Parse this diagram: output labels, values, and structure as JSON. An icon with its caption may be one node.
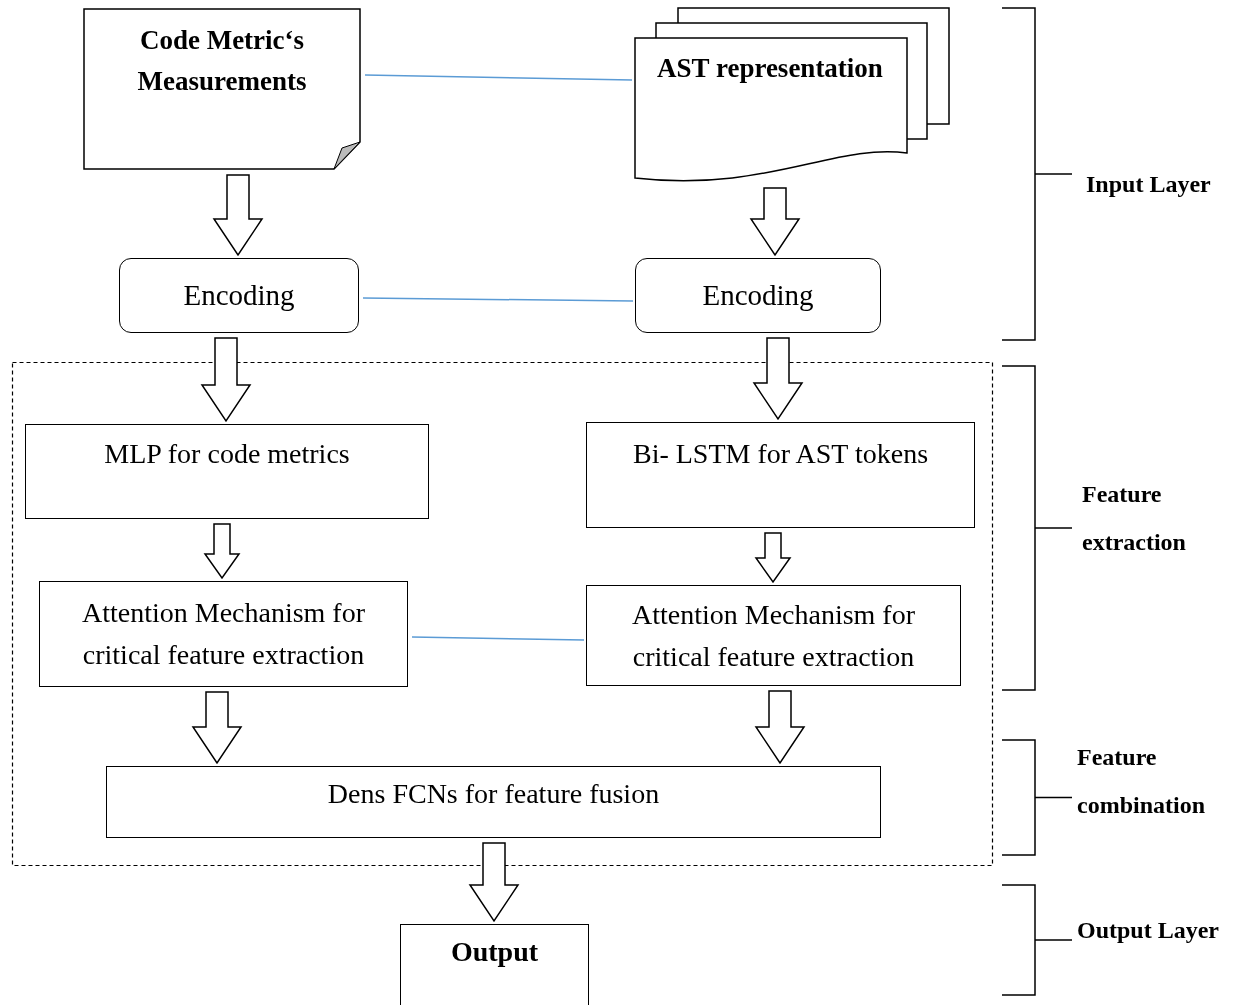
{
  "diagram": {
    "nodes": [
      {
        "text": [
          "Code Metric‘s Measurements"
        ]
      },
      {
        "text": [
          "AST representation"
        ]
      },
      {
        "text": [
          "Encoding"
        ]
      },
      {
        "text": [
          "Encoding"
        ]
      },
      {
        "text": [],
        "shape": "box"
      },
      {
        "text": [
          "MLP for code metrics"
        ],
        "in": 4
      },
      {
        "text": [
          "Bi- LSTM for AST tokens"
        ],
        "in": 4
      },
      {
        "text": [
          "Attention Mechanism for critical feature extraction"
        ],
        "in": 4
      },
      {
        "text": [
          "Attention Mechanism for critical feature extraction"
        ],
        "in": 4
      },
      {
        "text": [
          "Dens FCNs for feature fusion"
        ],
        "in": 4
      },
      {
        "text": [
          "Output"
        ]
      }
    ],
    "edges": [
      {
        "from": 0,
        "to": 1,
        "arrow": "none",
        "color": "#5b9bd5"
      },
      {
        "from": 0,
        "to": 2,
        "arrow": "to"
      },
      {
        "from": 1,
        "to": 3,
        "arrow": "to"
      },
      {
        "from": 2,
        "to": 3,
        "arrow": "none",
        "color": "#5b9bd5"
      },
      {
        "from": 2,
        "to": 5,
        "arrow": "to"
      },
      {
        "from": 3,
        "to": 6,
        "arrow": "to"
      },
      {
        "from": 5,
        "to": 7,
        "arrow": "to"
      },
      {
        "from": 6,
        "to": 8,
        "arrow": "to"
      },
      {
        "from": 7,
        "to": 8,
        "arrow": "none",
        "color": "#5b9bd5"
      },
      {
        "from": 7,
        "to": 9,
        "arrow": "to"
      },
      {
        "from": 8,
        "to": 9,
        "arrow": "to"
      },
      {
        "from": 9,
        "to": 10,
        "arrow": "to"
      }
    ],
    "labels": [
      "Input Layer",
      "Feature extraction",
      "Feature combination",
      "Output Layer"
    ]
  }
}
